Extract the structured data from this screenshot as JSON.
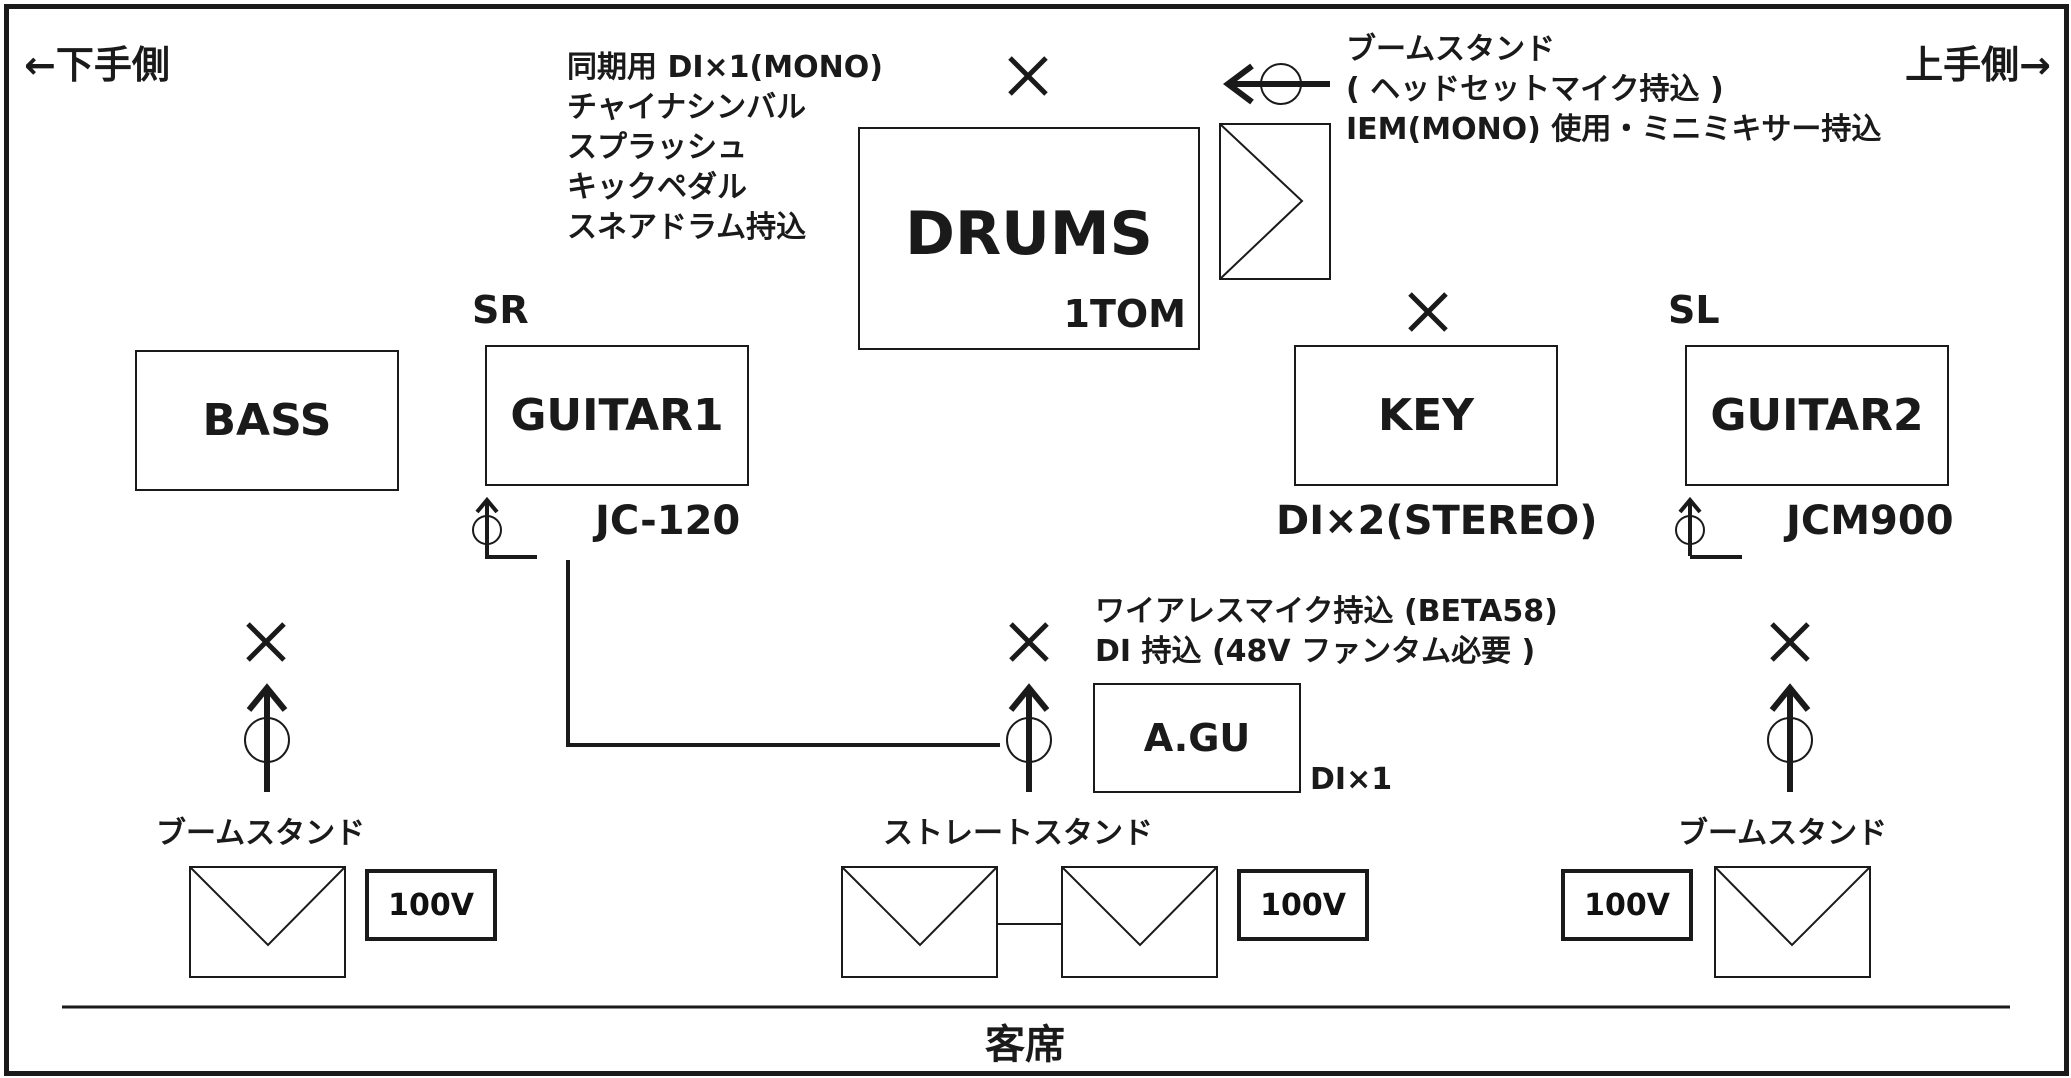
{
  "stage": {
    "house_left": "←下手側",
    "house_right": "上手側→",
    "audience": "客席"
  },
  "drums": {
    "label": "DRUMS",
    "sub": "1TOM",
    "notes": [
      "同期用 DI×1(MONO)",
      "チャイナシンバル",
      "スプラッシュ",
      "キックペダル",
      "スネアドラム持込"
    ]
  },
  "drum_mic": {
    "lines": [
      "ブームスタンド",
      "( ヘッドセットマイク持込 )",
      "IEM(MONO) 使用・ミニミキサー持込"
    ]
  },
  "bass": {
    "label": "BASS"
  },
  "guitar1": {
    "side": "SR",
    "label": "GUITAR1",
    "amp": "JC-120"
  },
  "key": {
    "label": "KEY",
    "di": "DI×2(STEREO)"
  },
  "guitar2": {
    "side": "SL",
    "label": "GUITAR2",
    "amp": "JCM900"
  },
  "agu": {
    "label": "A.GU",
    "di": "DI×1",
    "notes": [
      "ワイアレスマイク持込 (BETA58)",
      "DI 持込 (48V ファンタム必要 )"
    ]
  },
  "stands": {
    "left": "ブームスタンド",
    "center": "ストレートスタンド",
    "right": "ブームスタンド"
  },
  "power": {
    "left": "100V",
    "center": "100V",
    "right": "100V"
  },
  "marks": {
    "cross": "×"
  }
}
